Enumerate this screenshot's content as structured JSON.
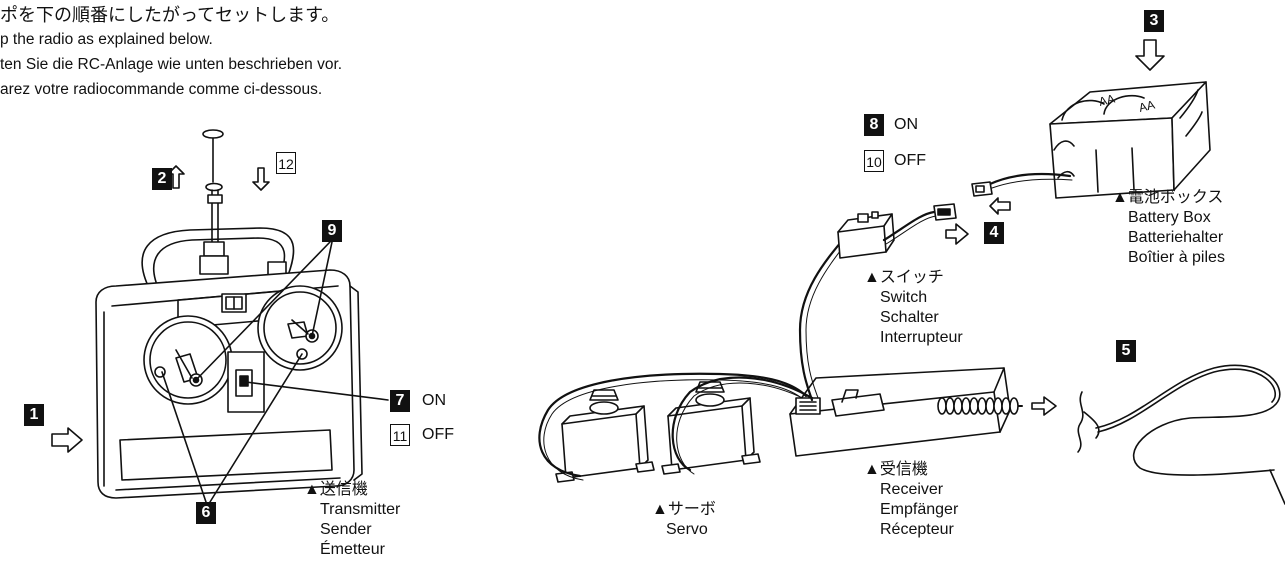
{
  "intro": {
    "jp": "ポを下の順番にしたがってセットします。",
    "en": "p the radio as explained below.",
    "de": "ten Sie die RC-Anlage wie unten beschrieben vor.",
    "fr": "arez votre radiocommande comme ci-dessous."
  },
  "steps": {
    "s1": "1",
    "s2": "2",
    "s3": "3",
    "s4": "4",
    "s5": "5",
    "s6": "6",
    "s7": "7",
    "s8": "8",
    "s9": "9",
    "s10": "10",
    "s11": "11",
    "s12": "12"
  },
  "states": {
    "on": "ON",
    "off": "OFF"
  },
  "labels": {
    "transmitter": {
      "jp": "▲送信機",
      "en": "Transmitter",
      "de": "Sender",
      "fr": "Émetteur"
    },
    "servo": {
      "jp": "▲サーボ",
      "en": "Servo"
    },
    "receiver": {
      "jp": "▲受信機",
      "en": "Receiver",
      "de": "Empfänger",
      "fr": "Récepteur"
    },
    "switch": {
      "jp": "▲スイッチ",
      "en": "Switch",
      "de": "Schalter",
      "fr": "Interrupteur"
    },
    "battery": {
      "jp": "▲電池ボックス",
      "en": "Battery Box",
      "de": "Batteriehalter",
      "fr": "Boîtier à piles"
    }
  },
  "battery_print": "AA"
}
